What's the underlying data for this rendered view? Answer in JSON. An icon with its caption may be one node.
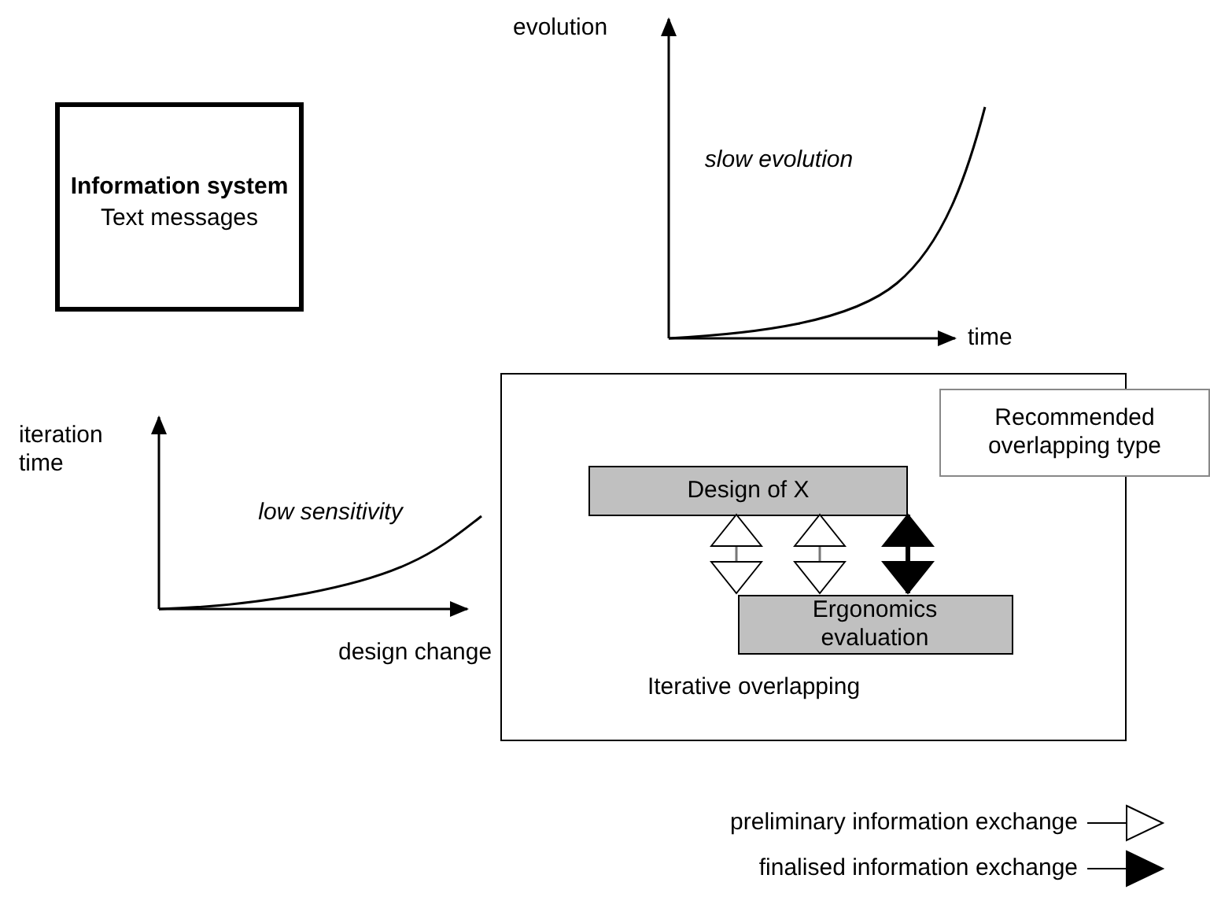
{
  "diagram": {
    "nodes": [
      {
        "text": [
          "Information system",
          "Text messages"
        ]
      },
      {
        "text": [
          "Iterative overlapping"
        ]
      },
      {
        "text": [
          "Recommended overlapping type"
        ]
      },
      {
        "text": [
          "Design of X"
        ],
        "in": 1
      },
      {
        "text": [
          "Ergonomics evaluation"
        ],
        "in": 1
      }
    ],
    "edges": [
      {
        "from": 3,
        "to": 4,
        "arrow": "both"
      },
      {
        "from": 3,
        "to": 4,
        "arrow": "both"
      },
      {
        "from": 3,
        "to": 4,
        "arrow": "both",
        "style": "thick",
        "color": "#000000"
      }
    ],
    "labels": [
      "evolution",
      "slow evolution",
      "time",
      "iteration time",
      "low sensitivity",
      "design change"
    ],
    "legend": [
      {
        "text": "preliminary information exchange"
      },
      {
        "text": "finalised information exchange"
      }
    ]
  }
}
